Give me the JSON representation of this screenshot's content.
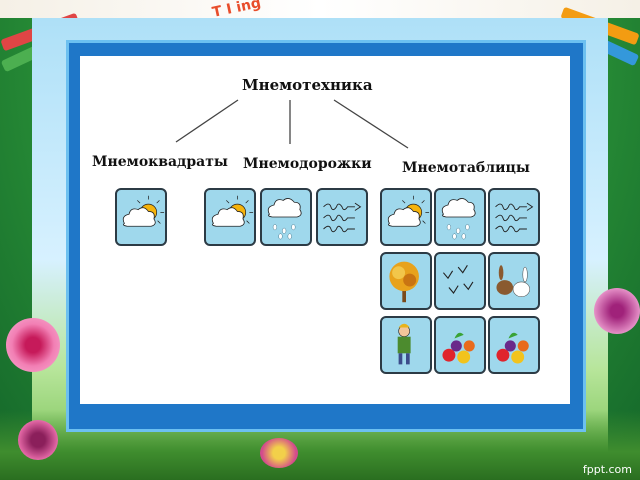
{
  "diagram": {
    "root": "Мнемотехника",
    "branches": [
      "Мнемоквадраты",
      "Мнемодорожки",
      "Мнемотаблицы"
    ]
  },
  "slide": {
    "footer": "fppt.com",
    "deco_text": "T I ing"
  },
  "colors": {
    "frame": "#1f77c8",
    "tile": "#9fd8ec",
    "sun": "#f5b30b",
    "rain": "#ffffff"
  },
  "icons": {
    "squares": [
      "sun-cloud-icon"
    ],
    "paths": [
      "sun-cloud-icon",
      "rain-cloud-icon",
      "wind-icon"
    ],
    "tables": [
      "sun-cloud-icon",
      "rain-cloud-icon",
      "wind-icon",
      "autumn-tree-icon",
      "birds-icon",
      "hares-icon",
      "child-icon",
      "fruit-icon",
      "fruit-icon"
    ]
  }
}
